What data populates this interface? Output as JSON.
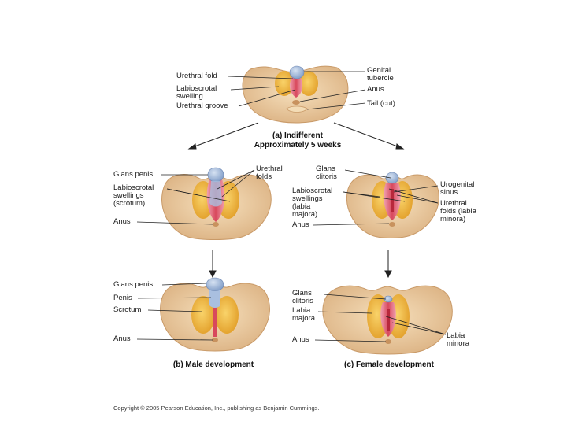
{
  "panel_a": {
    "labels": {
      "urethral_fold": "Urethral fold",
      "labioscrotal_swelling": "Labioscrotal\nswelling",
      "urethral_groove": "Urethral groove",
      "genital_tubercle": "Genital\ntubercle",
      "anus": "Anus",
      "tail": "Tail (cut)"
    },
    "caption_title": "(a) Indifferent",
    "caption_sub": "Approximately 5 weeks"
  },
  "panel_male_mid": {
    "labels": {
      "glans_penis": "Glans penis",
      "labioscrotal": "Labioscrotal\nswellings\n(scrotum)",
      "anus": "Anus",
      "urethral_folds": "Urethral\nfolds"
    }
  },
  "panel_female_mid": {
    "labels": {
      "glans_clitoris": "Glans\nclitoris",
      "labioscrotal": "Labioscrotal\nswellings\n(labia\nmajora)",
      "anus": "Anus",
      "urogenital_sinus": "Urogenital\nsinus",
      "urethral_folds": "Urethral\nfolds (labia\nminora)"
    }
  },
  "panel_b": {
    "labels": {
      "glans_penis": "Glans penis",
      "penis": "Penis",
      "scrotum": "Scrotum",
      "anus": "Anus"
    },
    "caption": "(b) Male development"
  },
  "panel_c": {
    "labels": {
      "glans_clitoris": "Glans\nclitoris",
      "labia_majora": "Labia\nmajora",
      "anus": "Anus",
      "labia_minora": "Labia\nminora"
    },
    "caption": "(c) Female development"
  },
  "copyright": "Copyright © 2005 Pearson Education, Inc., publishing as Benjamin Cummings.",
  "colors": {
    "skin": "#efd2a8",
    "skin_shadow": "#d9b07e",
    "swelling": "#f4c04a",
    "swelling_dark": "#e2a22c",
    "fold_pink": "#e98aa0",
    "fold_red": "#d2384e",
    "tubercle_blue": "#9bb3d6",
    "line": "#222222"
  }
}
